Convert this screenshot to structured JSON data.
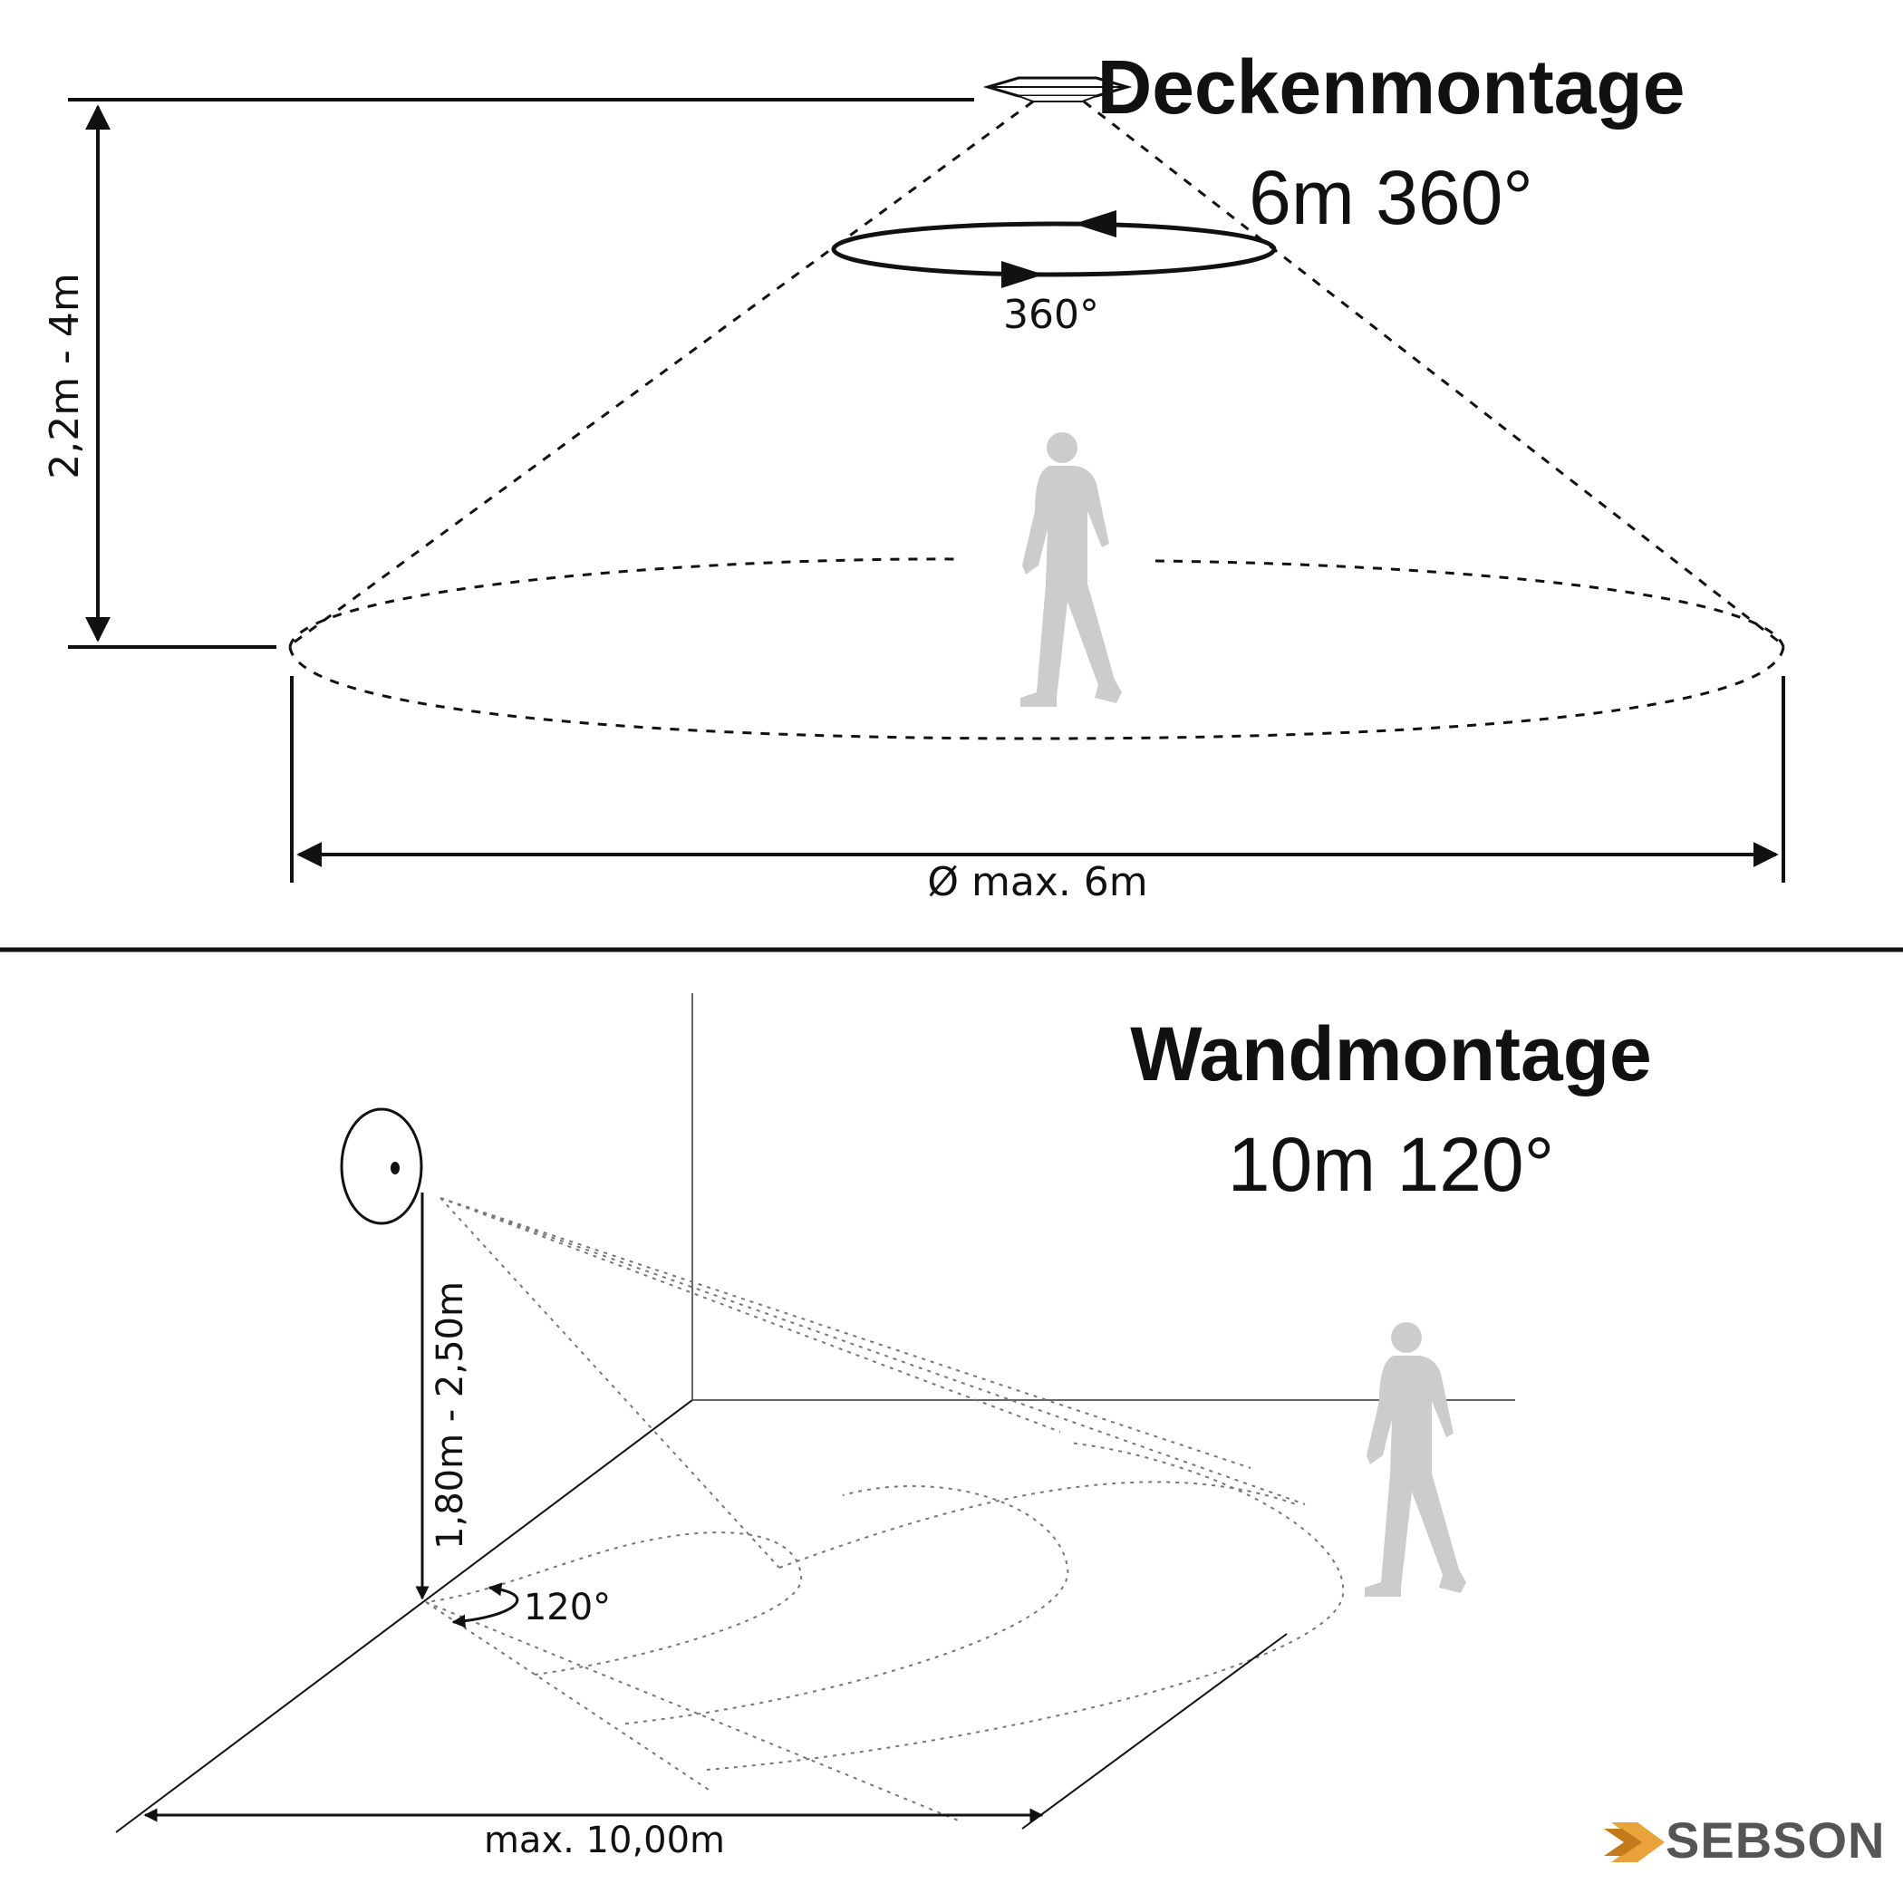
{
  "ceiling": {
    "title": "Deckenmontage",
    "subtitle": "6m 360°",
    "height_label": "2,2m - 4m",
    "rotation_label": "360°",
    "diameter_label": "Ø max. 6m"
  },
  "wall": {
    "title": "Wandmontage",
    "subtitle": "10m 120°",
    "height_label": "1,80m - 2,50m",
    "angle_label": "120°",
    "distance_label": "max. 10,00m"
  },
  "brand": {
    "name": "SEBSON",
    "accent_color": "#e8a33a"
  },
  "icons": [
    "ceiling-sensor-icon",
    "wall-sensor-icon",
    "walking-person-icon",
    "chevron-logo-icon"
  ]
}
